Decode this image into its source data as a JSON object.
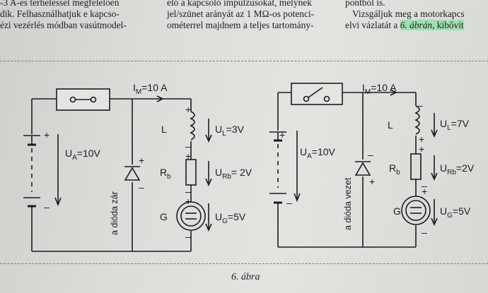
{
  "text": {
    "col1": [
      "-3 A-es terheléssel megfelelően",
      "dik. Felhasználhatjuk e kapcso-",
      "ézi vezérlés módban vasútmodel-"
    ],
    "col2": [
      "elő a kapcsoló impulzusokat, melynek",
      "jel/szünet arányát az 1 MΩ-os potenci-",
      "ométerrel majdnem a teljes tartomány-"
    ],
    "col3": {
      "line1": "pontból is.",
      "line2_pre": "Vizsgáljuk meg a motorkapcs",
      "line3_pre": "elvi vázlatát a ",
      "line3_hl": "6. ábrán",
      "line3_post": ", kibővít"
    }
  },
  "figure": {
    "caption": "6. ábra",
    "left": {
      "current": "I",
      "current_sub": "M",
      "current_val": "=10 A",
      "L": "L",
      "Rb": "R",
      "Rb_sub": "b",
      "G": "G",
      "UA": "U",
      "UA_sub": "A",
      "UA_val": "=10V",
      "UL": "U",
      "UL_sub": "L",
      "UL_val": "=3V",
      "URb": "U",
      "URb_sub": "Rb",
      "URb_val": "= 2V",
      "UG": "U",
      "UG_sub": "G",
      "UG_val": "=5V",
      "diode_label": "a dióda zár",
      "plus": "+",
      "minus": "–"
    },
    "right": {
      "current": "I",
      "current_sub": "M",
      "current_val": "=10 A",
      "L": "L",
      "Rb": "R",
      "Rb_sub": "b",
      "G": "G",
      "UA": "U",
      "UA_sub": "A",
      "UA_val": "=10V",
      "UL": "U",
      "UL_sub": "L",
      "UL_val": "=7V",
      "URb": "U",
      "URb_sub": "Rb",
      "URb_val": "=2V",
      "UG": "U",
      "UG_sub": "G",
      "UG_val": "=5V",
      "diode_label": "a dióda vezet",
      "plus": "+",
      "minus": "–"
    }
  }
}
